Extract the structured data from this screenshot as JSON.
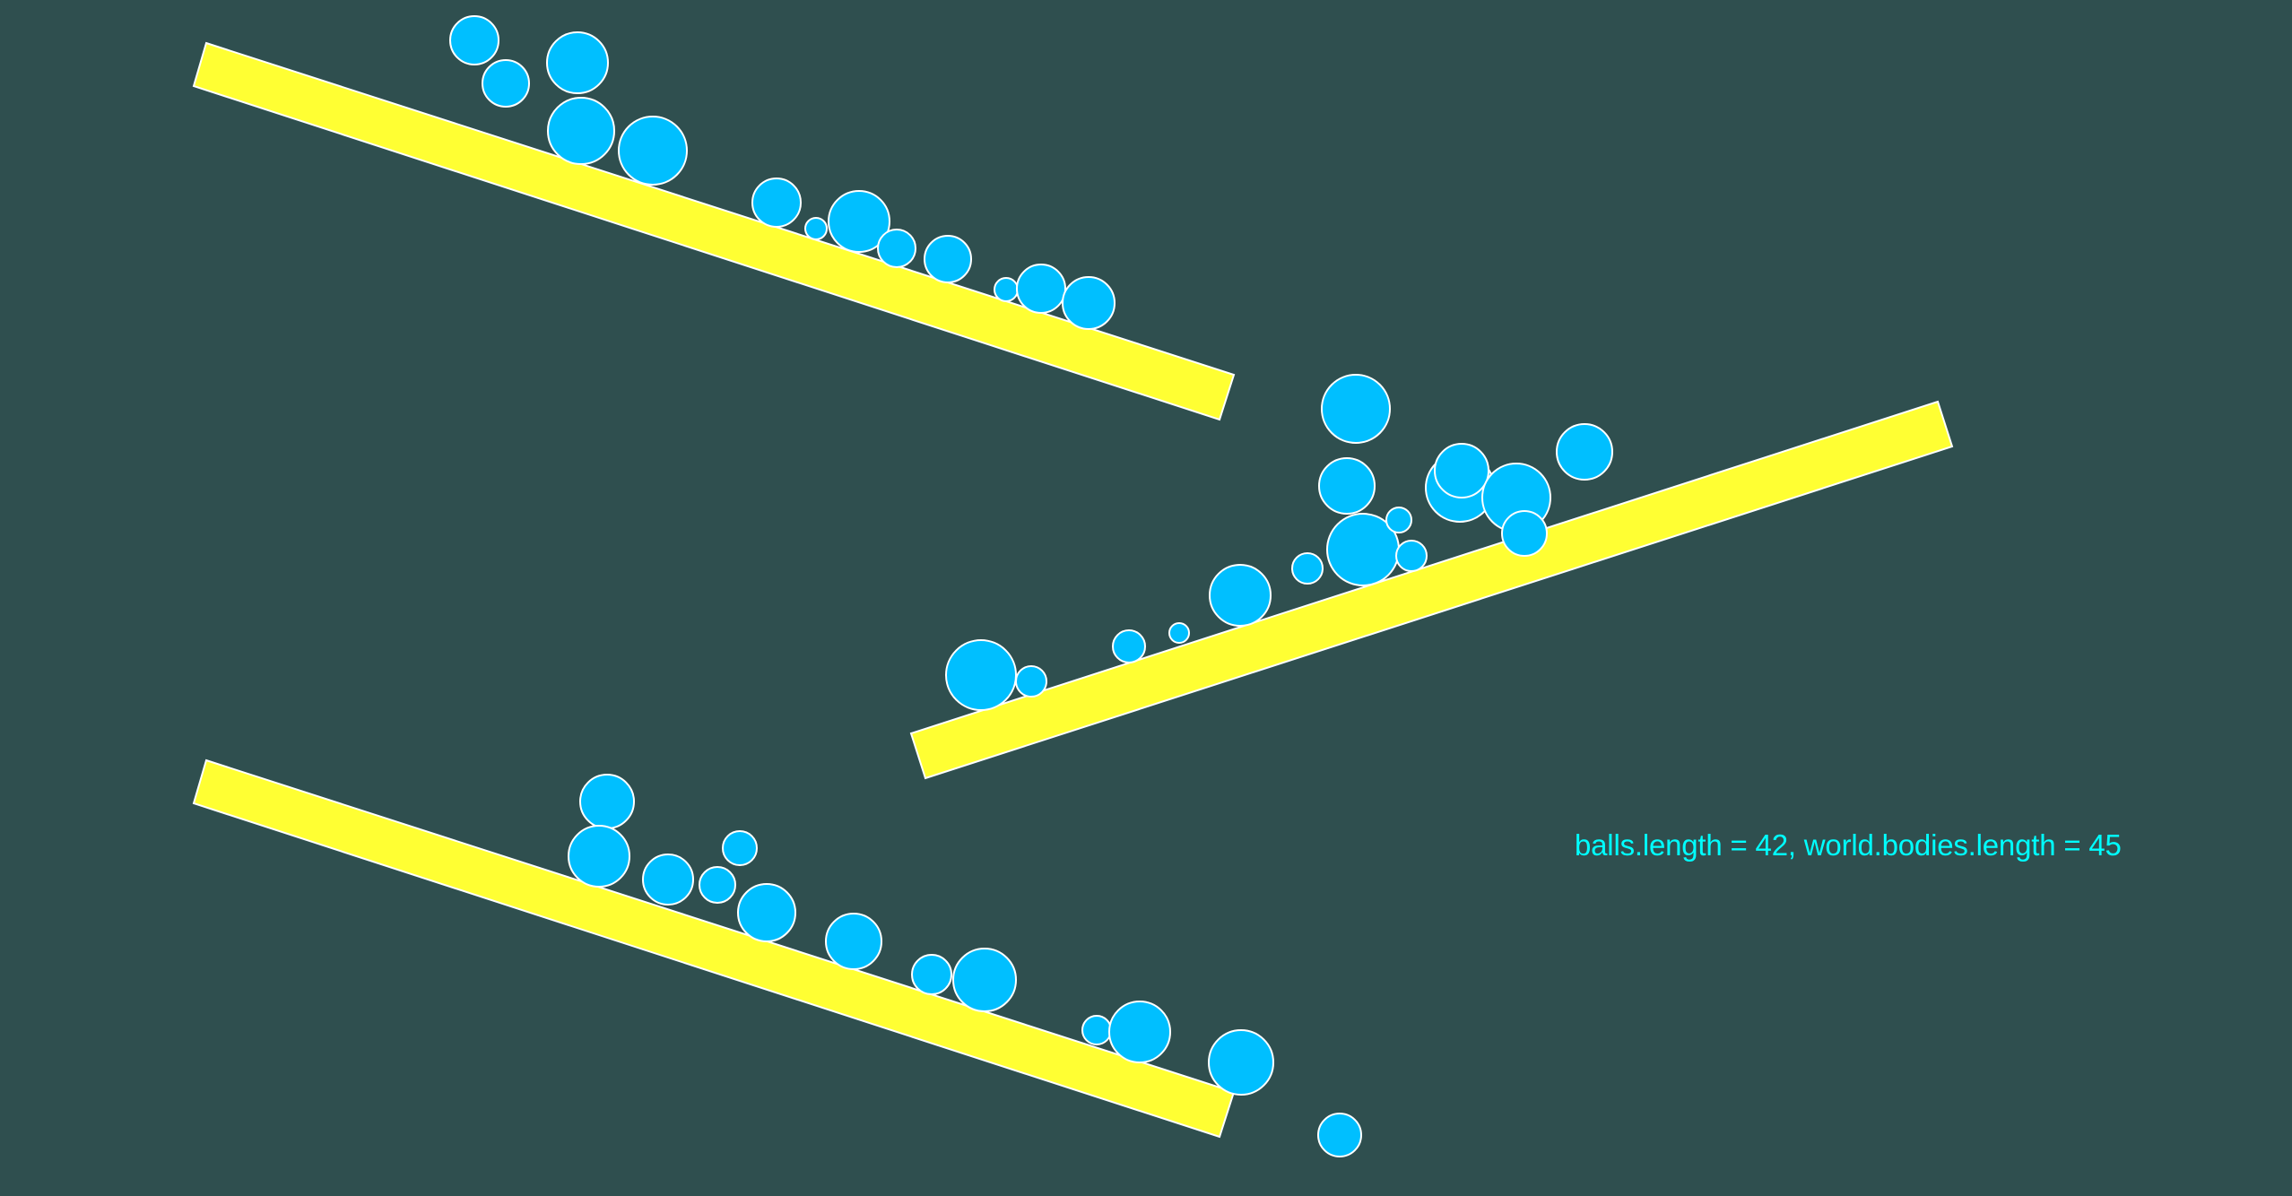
{
  "scene": {
    "background_color": "#2f4f4f",
    "platform_color": "#ffff33",
    "platform_stroke": "#ffffff",
    "ball_color": "#00bfff",
    "ball_stroke": "#ffffff",
    "platform_count": 3,
    "visible_ball_count": 42
  },
  "status": {
    "readout": "balls.length = 42, world.bodies.length = 45",
    "readout_color": "#00ffff"
  }
}
